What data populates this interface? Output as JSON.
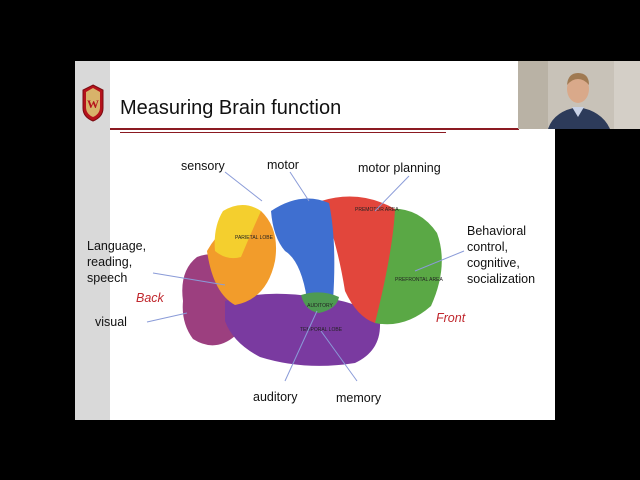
{
  "slide": {
    "title": "Measuring Brain function",
    "labels": {
      "sensory": "sensory",
      "motor": "motor",
      "motor_planning": "motor planning",
      "behavioral": [
        "Behavioral",
        "control,",
        "cognitive,",
        "socialization"
      ],
      "language": [
        "Language,",
        "reading,",
        "speech"
      ],
      "back": "Back",
      "visual": "visual",
      "front": "Front",
      "auditory": "auditory",
      "memory": "memory"
    },
    "colors": {
      "accent": "#8b1a22",
      "direction_label": "#c0272d"
    }
  },
  "webcam": {
    "icon": "presenter-video"
  }
}
